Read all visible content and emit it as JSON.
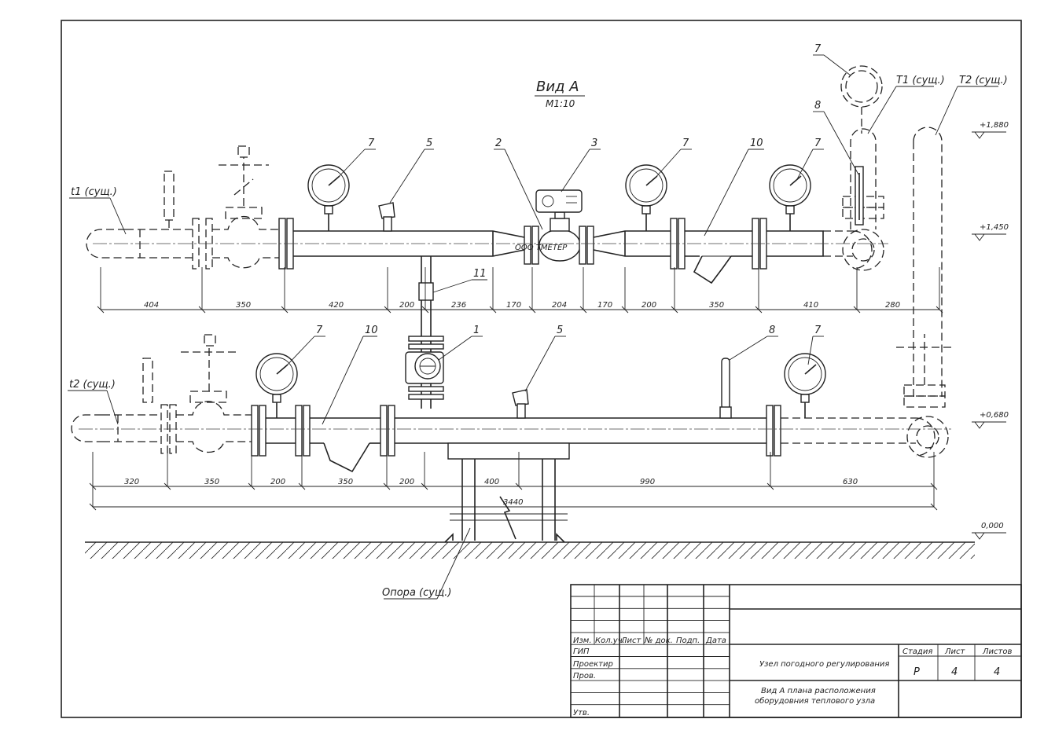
{
  "view": {
    "title": "Вид А",
    "scale": "М1:10"
  },
  "pipe_labels": {
    "t1": "t1 (сущ.)",
    "t2": "t2 (сущ.)",
    "T1": "T1 (сущ.)",
    "T2": "T2 (сущ.)",
    "support": "Опора (сущ.)"
  },
  "elevations": {
    "e1": "+1,880",
    "e2": "+1,450",
    "e3": "+0,680",
    "e4": "0,000"
  },
  "dims_top": [
    "404",
    "350",
    "420",
    "200",
    "236",
    "170",
    "204",
    "170",
    "200",
    "350",
    "410",
    "280"
  ],
  "dims_bottom": [
    "320",
    "350",
    "200",
    "350",
    "200",
    "400",
    "990",
    "630"
  ],
  "dim_total": "3440",
  "callouts": {
    "c7a": "7",
    "c5a": "5",
    "c2": "2",
    "c3": "3",
    "c7b": "7",
    "c10a": "10",
    "c7c": "7",
    "c7d": "7",
    "c8a": "8",
    "c11": "11",
    "c7e": "7",
    "c10b": "10",
    "c1": "1",
    "c5b": "5",
    "c8b": "8",
    "c7f": "7"
  },
  "meter_text": "ООО ТМЕТЕР",
  "title_block": {
    "headers": [
      "Изм.",
      "Кол.уч.",
      "Лист",
      "№ док.",
      "Подп.",
      "Дата"
    ],
    "roles": [
      "ГИП",
      "Проектир",
      "Пров.",
      "Утв."
    ],
    "project": "Узел погодного регулирования",
    "sheet_title_1": "Вид А плана расположения",
    "sheet_title_2": "оборудовния теплового узла",
    "stage_h": "Стадия",
    "sheet_h": "Лист",
    "sheets_h": "Листов",
    "stage": "Р",
    "sheet": "4",
    "sheets": "4"
  }
}
